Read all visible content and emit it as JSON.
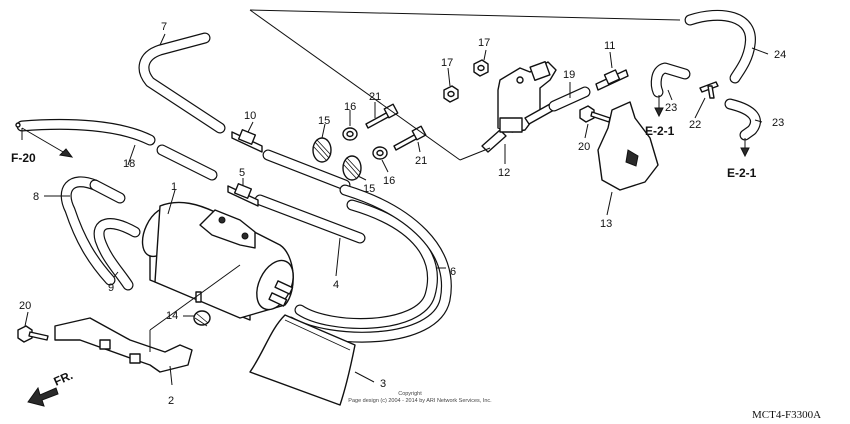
{
  "diagram": {
    "code": "MCT4-F3300A",
    "copyright": {
      "line1": "Copyright",
      "line2": "Page design (c) 2004 - 2014 by ARI Network Services, Inc."
    },
    "direction_label": "FR.",
    "references": {
      "f20": "F-20",
      "e21_left": "E-2-1",
      "e21_right": "E-2-1"
    },
    "callouts": {
      "c1": "1",
      "c2": "2",
      "c3": "3",
      "c4": "4",
      "c5": "5",
      "c6": "6",
      "c7": "7",
      "c8": "8",
      "c9": "9",
      "c10": "10",
      "c11": "11",
      "c12": "12",
      "c13": "13",
      "c14": "14",
      "c15a": "15",
      "c15b": "15",
      "c16a": "16",
      "c16b": "16",
      "c17a": "17",
      "c17b": "17",
      "c18": "18",
      "c19": "19",
      "c20a": "20",
      "c20b": "20",
      "c21a": "21",
      "c21b": "21",
      "c22": "22",
      "c23a": "23",
      "c23b": "23",
      "c24": "24"
    }
  }
}
